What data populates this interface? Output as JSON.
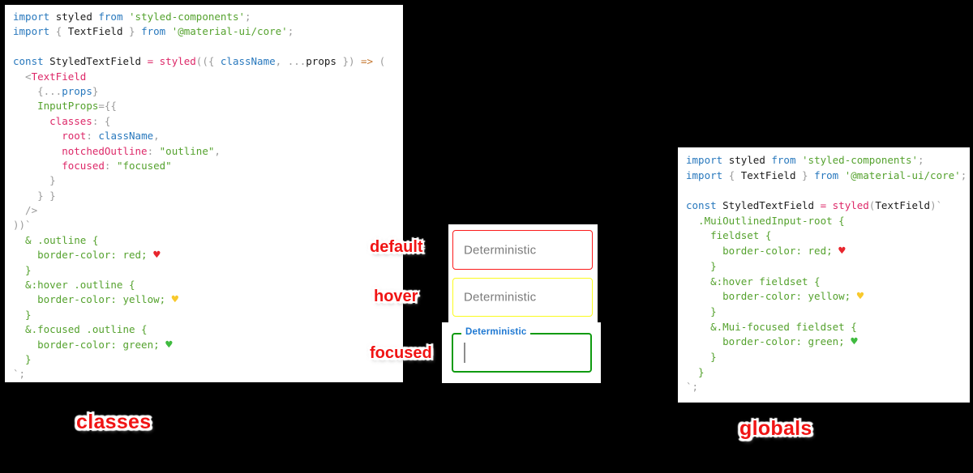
{
  "colors": {
    "page-bg": "#000000",
    "accent": "#f01414",
    "border-red": "#fb1b1b",
    "border-yellow": "#fbfb1e",
    "border-green": "#0f9b10",
    "focus-label": "#1e78d2"
  },
  "syntax": {
    "k": "#2878bd",
    "p": "#1c1c1c",
    "m": "#dd2868",
    "g": "#55a22e",
    "o": "#c4752c",
    "x": "#9b9b9b",
    "hr": "#e8252d",
    "hy": "#f8c92c",
    "hg": "#3fbb3f"
  },
  "labels": {
    "default": "default",
    "hover": "hover",
    "focused": "focused",
    "classes": "classes",
    "globals": "globals"
  },
  "fields": {
    "default": {
      "placeholder": "Deterministic"
    },
    "hover": {
      "placeholder": "Deterministic"
    },
    "focused": {
      "label": "Deterministic"
    }
  },
  "left_code": {
    "lines": [
      [
        {
          "t": "import ",
          "c": "k"
        },
        {
          "t": "styled ",
          "c": "p"
        },
        {
          "t": "from ",
          "c": "k"
        },
        {
          "t": "'styled-components'",
          "c": "g"
        },
        {
          "t": ";",
          "c": "x"
        }
      ],
      [
        {
          "t": "import ",
          "c": "k"
        },
        {
          "t": "{ ",
          "c": "x"
        },
        {
          "t": "TextField",
          "c": "p"
        },
        {
          "t": " } ",
          "c": "x"
        },
        {
          "t": "from ",
          "c": "k"
        },
        {
          "t": "'@material-ui/core'",
          "c": "g"
        },
        {
          "t": ";",
          "c": "x"
        }
      ],
      [],
      [
        {
          "t": "const ",
          "c": "k"
        },
        {
          "t": "StyledTextField ",
          "c": "p"
        },
        {
          "t": "= ",
          "c": "m"
        },
        {
          "t": "styled",
          "c": "m"
        },
        {
          "t": "(({ ",
          "c": "x"
        },
        {
          "t": "className",
          "c": "k"
        },
        {
          "t": ", ...",
          "c": "x"
        },
        {
          "t": "props ",
          "c": "p"
        },
        {
          "t": "}) ",
          "c": "x"
        },
        {
          "t": "=> ",
          "c": "o"
        },
        {
          "t": "(",
          "c": "x"
        }
      ],
      [
        {
          "t": "  <",
          "c": "x"
        },
        {
          "t": "TextField",
          "c": "m"
        }
      ],
      [
        {
          "t": "    {...",
          "c": "x"
        },
        {
          "t": "props",
          "c": "k"
        },
        {
          "t": "}",
          "c": "x"
        }
      ],
      [
        {
          "t": "    ",
          "c": "x"
        },
        {
          "t": "InputProps",
          "c": "g"
        },
        {
          "t": "={{",
          "c": "x"
        }
      ],
      [
        {
          "t": "      ",
          "c": "x"
        },
        {
          "t": "classes",
          "c": "m"
        },
        {
          "t": ": {",
          "c": "x"
        }
      ],
      [
        {
          "t": "        ",
          "c": "x"
        },
        {
          "t": "root",
          "c": "m"
        },
        {
          "t": ": ",
          "c": "x"
        },
        {
          "t": "className",
          "c": "k"
        },
        {
          "t": ",",
          "c": "x"
        }
      ],
      [
        {
          "t": "        ",
          "c": "x"
        },
        {
          "t": "notchedOutline",
          "c": "m"
        },
        {
          "t": ": ",
          "c": "x"
        },
        {
          "t": "\"outline\"",
          "c": "g"
        },
        {
          "t": ",",
          "c": "x"
        }
      ],
      [
        {
          "t": "        ",
          "c": "x"
        },
        {
          "t": "focused",
          "c": "m"
        },
        {
          "t": ": ",
          "c": "x"
        },
        {
          "t": "\"focused\"",
          "c": "g"
        }
      ],
      [
        {
          "t": "      }",
          "c": "x"
        }
      ],
      [
        {
          "t": "    } }",
          "c": "x"
        }
      ],
      [
        {
          "t": "  />",
          "c": "x"
        }
      ],
      [
        {
          "t": "))`",
          "c": "x"
        }
      ],
      [
        {
          "t": "  & .outline {",
          "c": "g"
        }
      ],
      [
        {
          "t": "    border-color: red; ",
          "c": "g"
        },
        {
          "t": "♥",
          "c": "hr"
        }
      ],
      [
        {
          "t": "  }",
          "c": "g"
        }
      ],
      [
        {
          "t": "  &:hover .outline {",
          "c": "g"
        }
      ],
      [
        {
          "t": "    border-color: yellow; ",
          "c": "g"
        },
        {
          "t": "♥",
          "c": "hy"
        }
      ],
      [
        {
          "t": "  }",
          "c": "g"
        }
      ],
      [
        {
          "t": "  &.focused .outline {",
          "c": "g"
        }
      ],
      [
        {
          "t": "    border-color: green; ",
          "c": "g"
        },
        {
          "t": "♥",
          "c": "hg"
        }
      ],
      [
        {
          "t": "  }",
          "c": "g"
        }
      ],
      [
        {
          "t": "`;",
          "c": "x"
        }
      ]
    ]
  },
  "right_code": {
    "lines": [
      [
        {
          "t": "import ",
          "c": "k"
        },
        {
          "t": "styled ",
          "c": "p"
        },
        {
          "t": "from ",
          "c": "k"
        },
        {
          "t": "'styled-components'",
          "c": "g"
        },
        {
          "t": ";",
          "c": "x"
        }
      ],
      [
        {
          "t": "import ",
          "c": "k"
        },
        {
          "t": "{ ",
          "c": "x"
        },
        {
          "t": "TextField",
          "c": "p"
        },
        {
          "t": " } ",
          "c": "x"
        },
        {
          "t": "from ",
          "c": "k"
        },
        {
          "t": "'@material-ui/core'",
          "c": "g"
        },
        {
          "t": ";",
          "c": "x"
        }
      ],
      [],
      [
        {
          "t": "const ",
          "c": "k"
        },
        {
          "t": "StyledTextField ",
          "c": "p"
        },
        {
          "t": "= ",
          "c": "m"
        },
        {
          "t": "styled",
          "c": "m"
        },
        {
          "t": "(",
          "c": "x"
        },
        {
          "t": "TextField",
          "c": "p"
        },
        {
          "t": ")`",
          "c": "x"
        }
      ],
      [
        {
          "t": "  .MuiOutlinedInput-root {",
          "c": "g"
        }
      ],
      [
        {
          "t": "    fieldset {",
          "c": "g"
        }
      ],
      [
        {
          "t": "      border-color: red; ",
          "c": "g"
        },
        {
          "t": "♥",
          "c": "hr"
        }
      ],
      [
        {
          "t": "    }",
          "c": "g"
        }
      ],
      [
        {
          "t": "    &:hover fieldset {",
          "c": "g"
        }
      ],
      [
        {
          "t": "      border-color: yellow; ",
          "c": "g"
        },
        {
          "t": "♥",
          "c": "hy"
        }
      ],
      [
        {
          "t": "    }",
          "c": "g"
        }
      ],
      [
        {
          "t": "    &.Mui-focused fieldset {",
          "c": "g"
        }
      ],
      [
        {
          "t": "      border-color: green; ",
          "c": "g"
        },
        {
          "t": "♥",
          "c": "hg"
        }
      ],
      [
        {
          "t": "    }",
          "c": "g"
        }
      ],
      [
        {
          "t": "  }",
          "c": "g"
        }
      ],
      [
        {
          "t": "`;",
          "c": "x"
        }
      ]
    ]
  }
}
